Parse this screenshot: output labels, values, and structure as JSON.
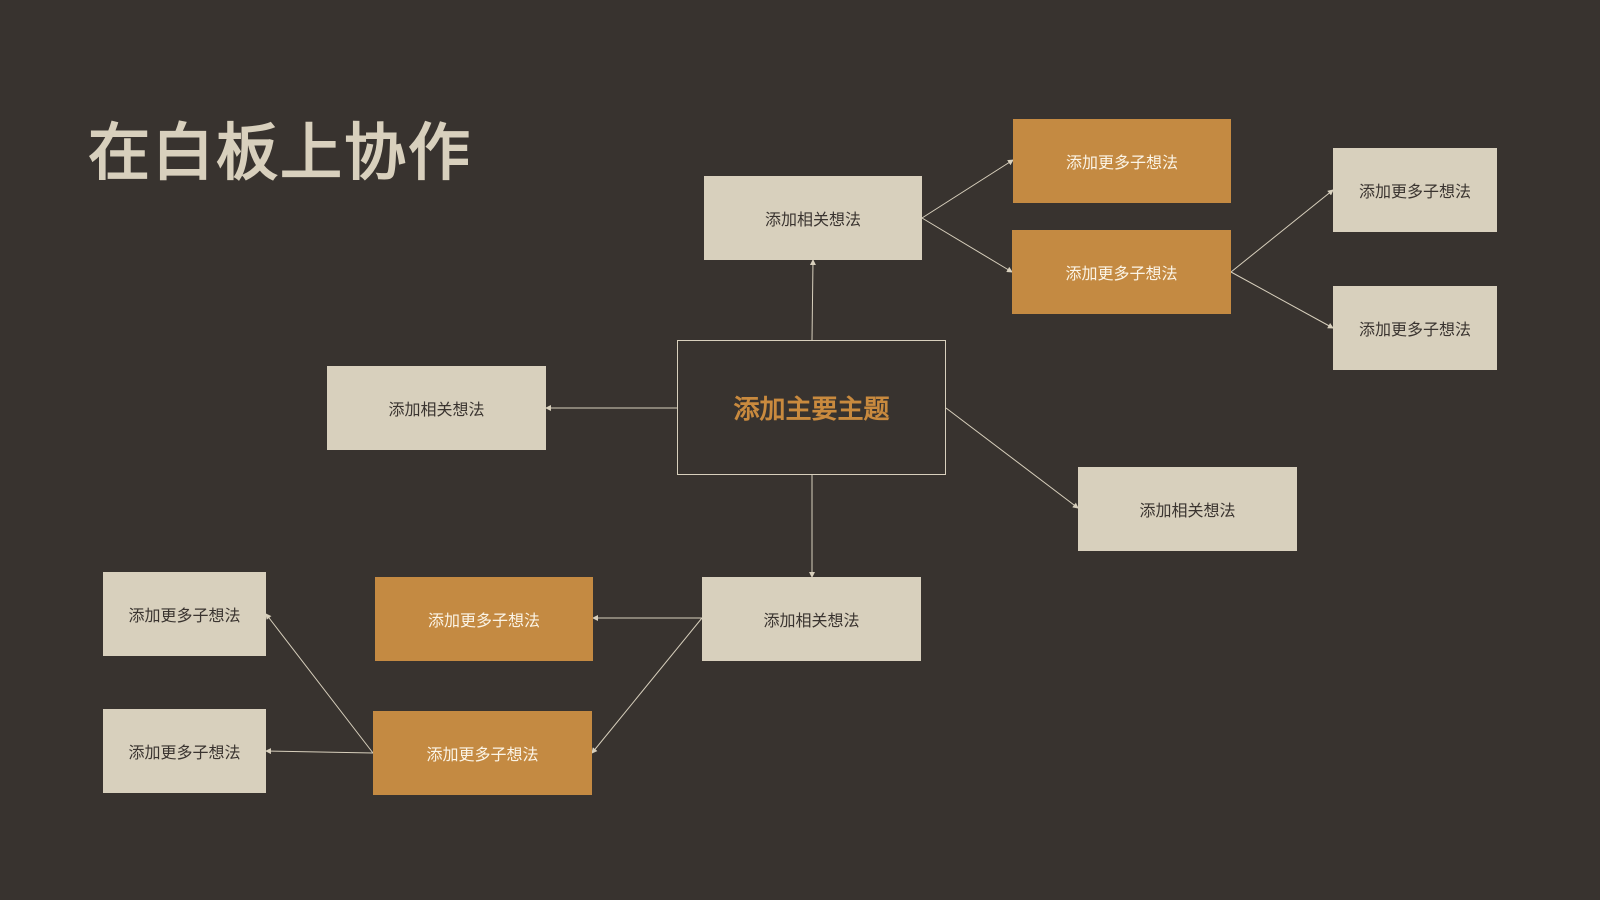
{
  "title": "在白板上协作",
  "colors": {
    "background": "#38332f",
    "light_node": "#d8d0bd",
    "orange_node": "#c48a42",
    "accent_text": "#c98a3e",
    "line": "#d8d0bd"
  },
  "diagram": {
    "center": {
      "label": "添加主要主题"
    },
    "nodes": [
      {
        "id": "related-top",
        "label": "添加相关想法",
        "style": "light"
      },
      {
        "id": "related-left",
        "label": "添加相关想法",
        "style": "light"
      },
      {
        "id": "related-right",
        "label": "添加相关想法",
        "style": "light"
      },
      {
        "id": "related-bottom",
        "label": "添加相关想法",
        "style": "light"
      },
      {
        "id": "sub-top-1",
        "label": "添加更多子想法",
        "style": "orange"
      },
      {
        "id": "sub-top-2",
        "label": "添加更多子想法",
        "style": "orange"
      },
      {
        "id": "sub-far-1",
        "label": "添加更多子想法",
        "style": "light"
      },
      {
        "id": "sub-far-2",
        "label": "添加更多子想法",
        "style": "light"
      },
      {
        "id": "sub-bottom-1",
        "label": "添加更多子想法",
        "style": "orange"
      },
      {
        "id": "sub-bottom-2",
        "label": "添加更多子想法",
        "style": "orange"
      },
      {
        "id": "sub-left-1",
        "label": "添加更多子想法",
        "style": "light"
      },
      {
        "id": "sub-left-2",
        "label": "添加更多子想法",
        "style": "light"
      }
    ],
    "edges": [
      [
        "center",
        "related-top"
      ],
      [
        "center",
        "related-left"
      ],
      [
        "center",
        "related-right"
      ],
      [
        "center",
        "related-bottom"
      ],
      [
        "related-top",
        "sub-top-1"
      ],
      [
        "related-top",
        "sub-top-2"
      ],
      [
        "sub-top-2",
        "sub-far-1"
      ],
      [
        "sub-top-2",
        "sub-far-2"
      ],
      [
        "related-bottom",
        "sub-bottom-1"
      ],
      [
        "related-bottom",
        "sub-bottom-2"
      ],
      [
        "sub-bottom-2",
        "sub-left-1"
      ],
      [
        "sub-bottom-2",
        "sub-left-2"
      ]
    ]
  }
}
